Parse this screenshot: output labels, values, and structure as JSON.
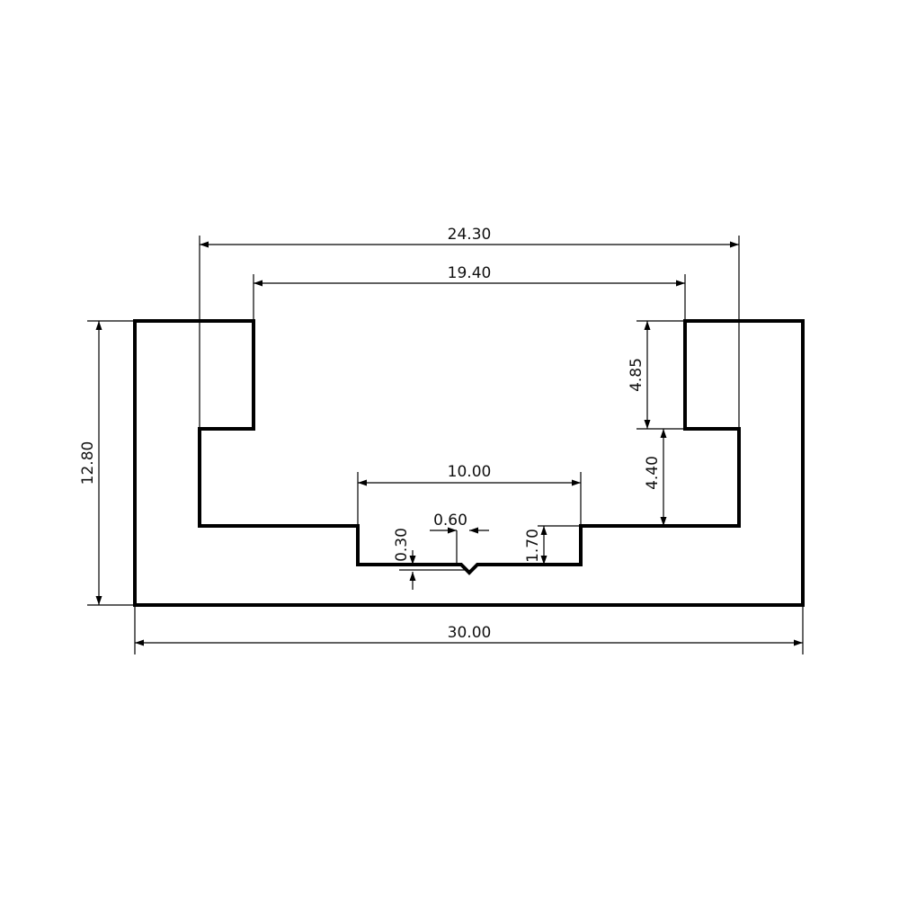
{
  "colors": {
    "background": "#ffffff",
    "line": "#000000",
    "text": "#111111"
  },
  "dimensions": {
    "overall_width": "30.00",
    "outer_top_width": "24.30",
    "inner_top_width": "19.40",
    "overall_height": "12.80",
    "lip_height": "4.85",
    "channel_depth": "4.40",
    "slot_width": "10.00",
    "slot_depth": "1.70",
    "groove_width": "0.60",
    "groove_depth": "0.30"
  }
}
